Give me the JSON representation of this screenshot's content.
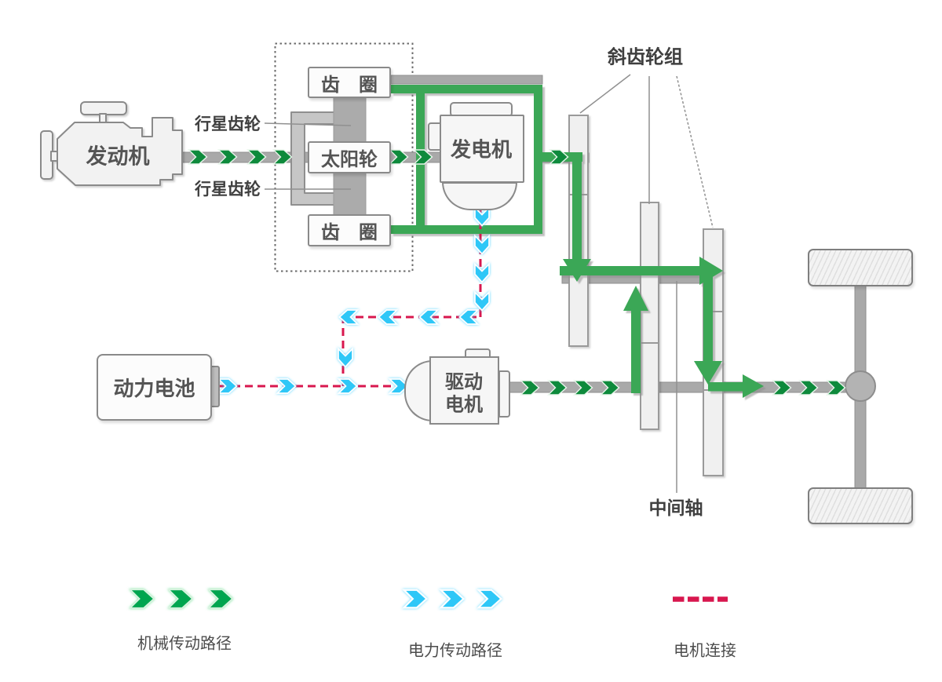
{
  "diagram": {
    "type": "hybrid-powertrain-schematic",
    "boxes": {
      "engine": "发动机",
      "ring_gear_top": "齿　圈",
      "sun_gear": "太阳轮",
      "ring_gear_bottom": "齿　圈",
      "generator": "发电机",
      "battery": "动力电池",
      "drive_motor": [
        "驱动",
        "电机"
      ]
    },
    "annotations": {
      "planet_gear_top": "行星齿轮",
      "planet_gear_bottom": "行星齿轮",
      "helical_gear_set": "斜齿轮组",
      "intermediate_shaft": "中间轴"
    },
    "legend": [
      {
        "symbol": "green-chevrons",
        "label": "机械传动路径"
      },
      {
        "symbol": "blue-chevrons",
        "label": "电力传动路径"
      },
      {
        "symbol": "red-dashes",
        "label": "电机连接"
      }
    ],
    "colors": {
      "mechanical_path_green": "#3aa757",
      "shaft_chevron_green": "#0e8a3c",
      "legend_chevron_green": "#00a550",
      "electric_chevron_blue": "#2fc7f7",
      "motor_connection_red": "#d8174e",
      "shaft_gray": "#a9a9a9",
      "outline_gray": "#8a8a8a"
    }
  }
}
